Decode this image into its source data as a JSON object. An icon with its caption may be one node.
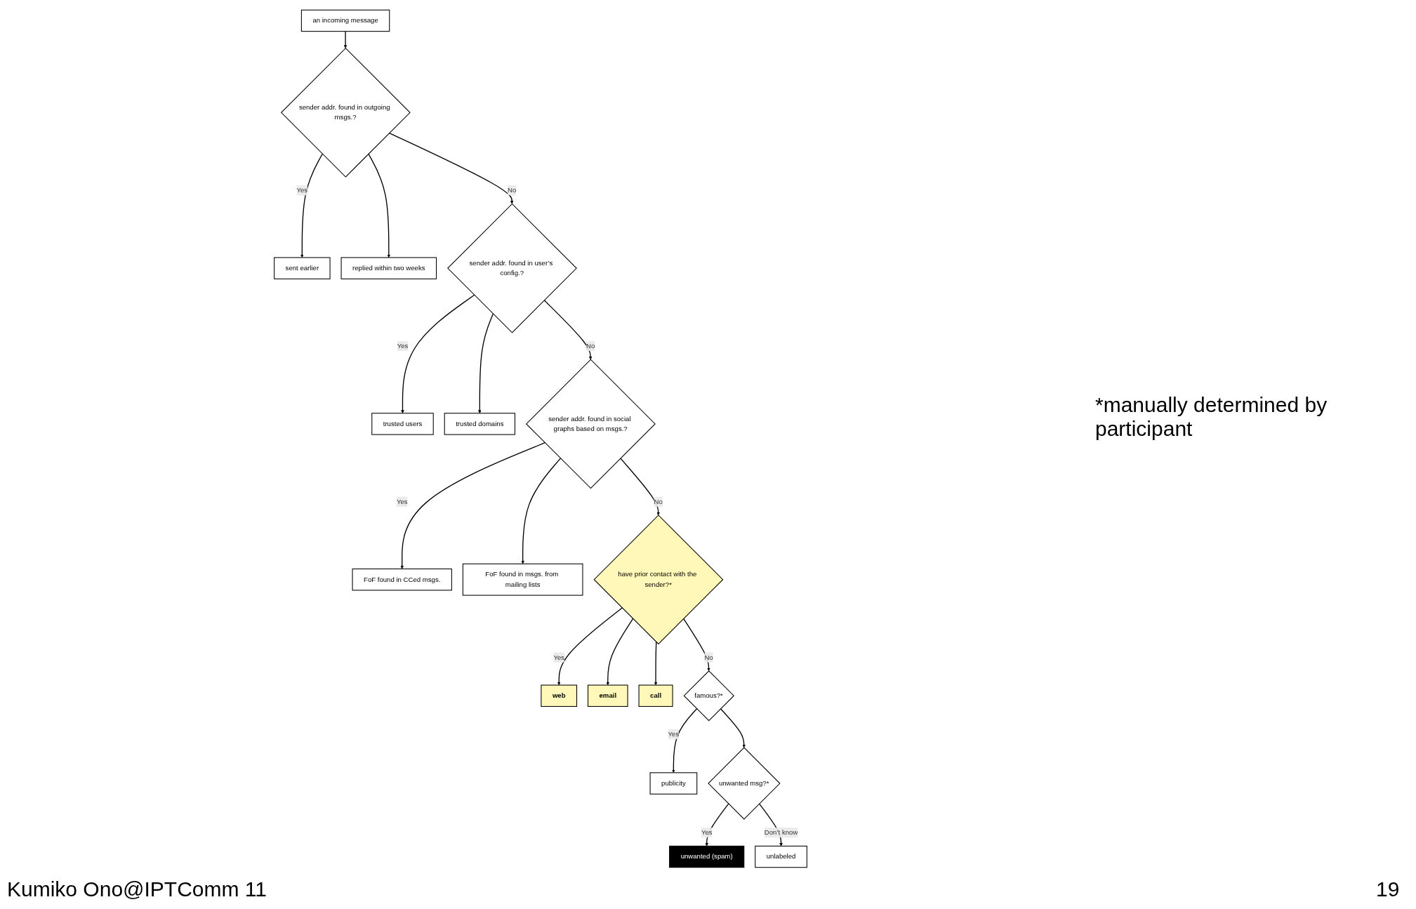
{
  "diagram": {
    "nodes": [
      {
        "text": [
          "an incoming message"
        ]
      },
      {
        "text": [
          "sender addr. found in outgoing msgs.?"
        ]
      },
      {
        "text": [
          "sent earlier"
        ]
      },
      {
        "text": [
          "replied within two weeks"
        ]
      },
      {
        "text": [
          "sender addr. found in user’s config.?"
        ]
      },
      {
        "text": [
          "trusted users"
        ]
      },
      {
        "text": [
          "trusted domains"
        ]
      },
      {
        "text": [
          "sender addr. found in social graphs based on msgs.?"
        ]
      },
      {
        "text": [
          "FoF found in CCed msgs."
        ]
      },
      {
        "text": [
          "FoF found in msgs. from mailing lists"
        ]
      },
      {
        "text": [
          "have prior contact with the sender?*"
        ]
      },
      {
        "text": [
          "web"
        ]
      },
      {
        "text": [
          "email"
        ]
      },
      {
        "text": [
          "call"
        ]
      },
      {
        "text": [
          "famous?*"
        ]
      },
      {
        "text": [
          "publicity"
        ]
      },
      {
        "text": [
          "unwanted msg?*"
        ]
      },
      {
        "text": [
          "unwanted (spam)"
        ]
      },
      {
        "text": [
          "unlabeled"
        ]
      }
    ],
    "edges": [
      {
        "from": 0,
        "to": 1,
        "arrow": "to"
      },
      {
        "from": 1,
        "to": 2,
        "arrow": "to",
        "label": "Yes"
      },
      {
        "from": 1,
        "to": 3,
        "arrow": "to"
      },
      {
        "from": 1,
        "to": 4,
        "arrow": "to",
        "label": "No"
      },
      {
        "from": 4,
        "to": 5,
        "arrow": "to",
        "label": "Yes"
      },
      {
        "from": 4,
        "to": 6,
        "arrow": "to"
      },
      {
        "from": 4,
        "to": 7,
        "arrow": "to",
        "label": "No"
      },
      {
        "from": 7,
        "to": 8,
        "arrow": "to",
        "label": "Yes"
      },
      {
        "from": 7,
        "to": 9,
        "arrow": "to"
      },
      {
        "from": 7,
        "to": 10,
        "arrow": "to",
        "label": "No"
      },
      {
        "from": 10,
        "to": 11,
        "arrow": "to",
        "label": "Yes"
      },
      {
        "from": 10,
        "to": 12,
        "arrow": "to"
      },
      {
        "from": 10,
        "to": 13,
        "arrow": "to"
      },
      {
        "from": 10,
        "to": 14,
        "arrow": "to",
        "label": "No"
      },
      {
        "from": 14,
        "to": 15,
        "arrow": "to",
        "label": "Yes"
      },
      {
        "from": 14,
        "to": 16,
        "arrow": "to"
      },
      {
        "from": 16,
        "to": 17,
        "arrow": "to",
        "label": "Yes"
      },
      {
        "from": 16,
        "to": 18,
        "arrow": "to",
        "label": "Don’t know"
      }
    ],
    "labels": [
      "*manually determined by participant",
      "Kumiko Ono@IPTComm 11",
      "19"
    ]
  }
}
